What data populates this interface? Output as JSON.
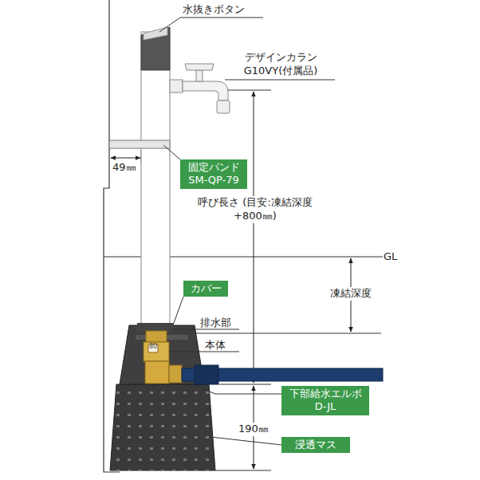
{
  "diagram": {
    "nodes": [
      {
        "text": [
          "固定バンド SM-QP-79"
        ]
      },
      {
        "text": [
          "カバー"
        ]
      },
      {
        "text": [
          "下部給水エルボ D-JL"
        ]
      },
      {
        "text": [
          "浸透マス"
        ]
      }
    ],
    "labels": [
      "水抜きボタン",
      "デザインカラン G10VY(付属品)",
      "49㎜",
      "呼び長さ (目安:凍結深度+800㎜)",
      "GL",
      "凍結深度",
      "排水部",
      "本体",
      "190㎜",
      "80"
    ]
  }
}
